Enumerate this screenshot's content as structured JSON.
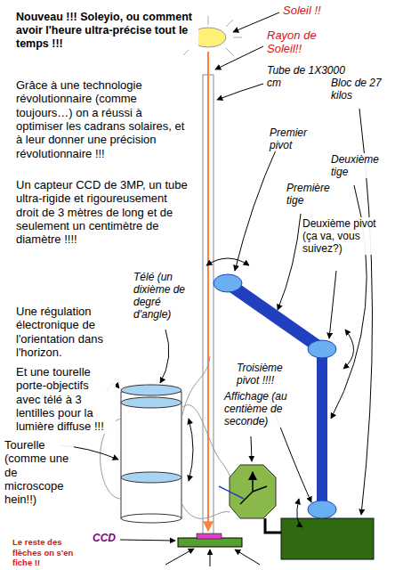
{
  "diagram": {
    "title": "Nouveau !!! Soleyio, ou comment avoir l'heure ultra-précise tout le temps !!!",
    "labels": [
      "Soleil !!",
      "Rayon de Soleil!!",
      "Tube de 1X3000 cm",
      "Bloc de 27 kilos",
      "Grâce à une technologie révolutionnaire (comme toujours…) on a réussi à optimiser les cadrans solaires, et à leur donner une précision révolutionnaire !!!",
      "Un capteur CCD de 3MP, un tube ultra-rigide et rigoureusement droit de 3 mètres de long et de seulement un centimètre de diamètre !!!!",
      "Premier pivot",
      "Deuxième tige",
      "Première tige",
      "Deuxième pivot (ça va, vous suivez?)",
      "Une régulation électronique de l'orientation dans l'horizon.",
      "Télé (un dixième de degré d'angle)",
      "Et une tourelle porte-objectifs avec télé à 3 lentilles pour la lumière diffuse !!!",
      "Troisième pivot !!!!",
      "Affichage (au centième de seconde)",
      "Tourelle (comme une de microscope hein!!)",
      "CCD",
      "Le reste des flèches on s'en fiche !!"
    ]
  }
}
